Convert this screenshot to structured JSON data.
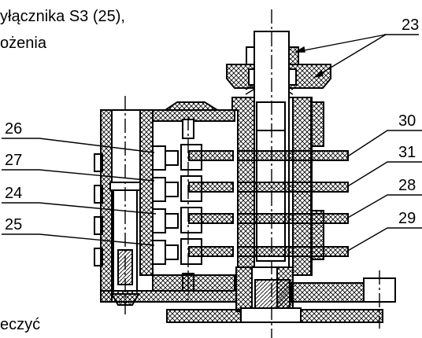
{
  "caption": {
    "line1": "yłącznika S3 (25),",
    "line2": "ożenia",
    "line3": "eczyć"
  },
  "labels": {
    "l23": "23",
    "l26": "26",
    "l27": "27",
    "l24": "24",
    "l25": "25",
    "l30": "30",
    "l31": "31",
    "l28": "28",
    "l29": "29"
  }
}
